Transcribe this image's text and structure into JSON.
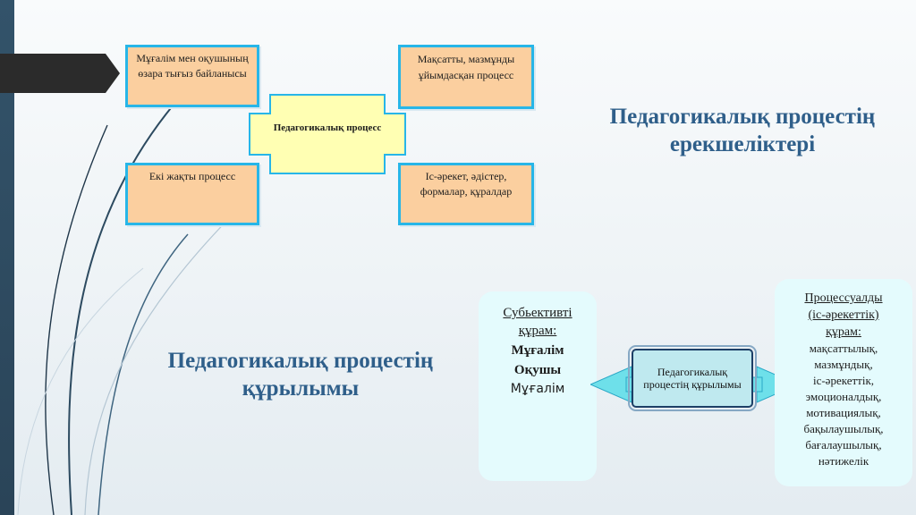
{
  "structure_features": {
    "boxes": {
      "top_left": "Мұғалім мен оқушының өзара тығыз байланысы",
      "top_right": "Мақсатты, мазмұнды ұйымдасқан процесс",
      "bottom_left": "Екі жақты процесс",
      "bottom_right": "Іс-әрекет, әдістер, формалар, құралдар"
    },
    "center": "Педагогикалық процесс"
  },
  "headings": {
    "features": "Педагогикалық процестің ерекшеліктері",
    "structure": "Педагогикалық процестің құрылымы"
  },
  "structure_panel": {
    "left": {
      "title_line1": "Субьективті",
      "title_line2": "құрам:",
      "item1": "Мұғалім",
      "item2": "Оқушы",
      "item3": "Мұғалім"
    },
    "center": "Педагогикалық процестің құрылымы",
    "right": {
      "title_line1": "Процессуалды",
      "title_line2": "(іс-әрекеттік)",
      "title_line3": "құрам:",
      "items": [
        "мақсаттылық,",
        "мазмұндық,",
        "іс-әрекеттік,",
        "эмоционалдық,",
        "мотивациялық,",
        "бақылаушылық,",
        "бағалаушылық,",
        "нәтижелік"
      ]
    }
  },
  "colors": {
    "box_fill": "#fbcf9f",
    "box_border": "#27b6e8",
    "center_fill": "#ffffb3",
    "heading": "#2f5f8a",
    "panel_fill": "#e4fbfd"
  }
}
